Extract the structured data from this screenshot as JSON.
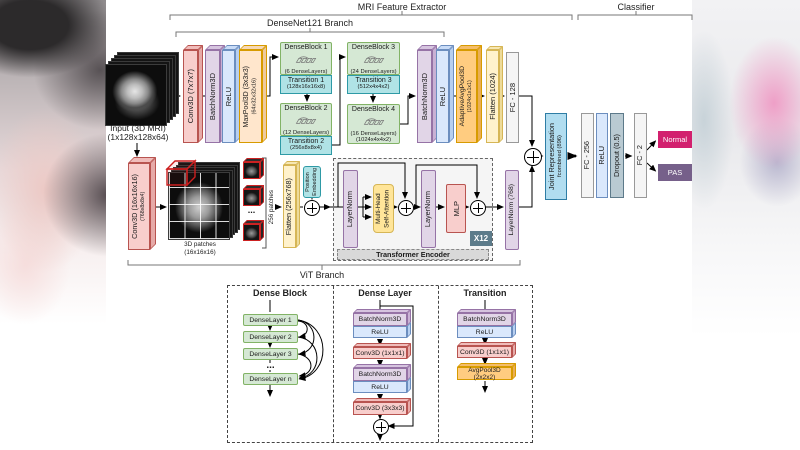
{
  "header": {
    "mri_feature_extractor": "MRI Feature Extractor",
    "classifier": "Classifier",
    "densenet_branch": "DenseNet121 Branch",
    "vit_branch": "ViT Branch"
  },
  "input": {
    "title": "Input (3D MRI)",
    "dims": "(1x128x128x64)"
  },
  "densenet": {
    "conv": "Conv3D (7x7x7)",
    "batchnorm": "BatchNorm3D",
    "relu": "ReLU",
    "maxpool": "MaxPool3D (3x3x3)",
    "maxpool_dims": "(64x32x32x16)",
    "blocks": [
      {
        "name": "DenseBlock 1",
        "layers": "(6 DenseLayers)",
        "transition": "Transition 1",
        "transition_dims": "(128x16x16x8)"
      },
      {
        "name": "DenseBlock 2",
        "layers": "(12 DenseLayers)",
        "transition": "Transition 2",
        "transition_dims": "(256x8x8x4)"
      },
      {
        "name": "DenseBlock 3",
        "layers": "(24 DenseLayers)",
        "transition": "Transition 3",
        "transition_dims": "(512x4x4x2)"
      },
      {
        "name": "DenseBlock 4",
        "layers": "(16 DenseLayers)",
        "dims": "(1024x4x4x2)"
      }
    ],
    "batchnorm2": "BatchNorm3D",
    "relu2": "ReLU",
    "adaptivepool": "AdaptiveAvgPool3D",
    "adaptivepool_dims": "(1024x1x1x1)",
    "flatten": "Flatten (1024)",
    "fc": "FC - 128"
  },
  "vit": {
    "conv": "Conv3D (16x16x16)",
    "conv_dims": "(768x8x8x4)",
    "patches_caption": "3D patches",
    "patches_dims": "(16x16x16)",
    "patches_count": "256 patches",
    "dots": "...",
    "flatten": "Flatten (256x768)",
    "position_embedding_1": "Position",
    "position_embedding_2": "Embedding",
    "layernorm1": "LayerNorm",
    "mhsa_1": "Multi-Head",
    "mhsa_2": "Self-Attention",
    "layernorm2": "LayerNorm",
    "mlp": "MLP",
    "x12": "X12",
    "encoder_title": "Transformer Encoder",
    "layernorm_out": "LayerNorm (768)"
  },
  "fusion": {
    "joint_1": "Joint Representation",
    "joint_2": "fcombined (896)"
  },
  "classifier": {
    "fc1": "FC - 256",
    "relu": "ReLU",
    "dropout": "Dropout (0.5)",
    "fc2": "FC - 2",
    "class1": "Normal",
    "class2": "PAS"
  },
  "legend": {
    "dense_block": {
      "title": "Dense Block",
      "items": [
        "DenseLayer 1",
        "DenseLayer 2",
        "DenseLayer 3",
        "...",
        "DenseLayer n"
      ]
    },
    "dense_layer": {
      "title": "Dense Layer",
      "items": [
        "BatchNorm3D",
        "ReLU",
        "Conv3D (1x1x1)",
        "BatchNorm3D",
        "ReLU",
        "Conv3D (3x3x3)"
      ]
    },
    "transition": {
      "title": "Transition",
      "items": [
        "BatchNorm3D",
        "ReLU",
        "Conv3D (1x1x1)",
        "AvgPool3D (2x2x2)"
      ]
    }
  },
  "colors": {
    "conv": "#f8cecc",
    "batchnorm": "#e1d5e7",
    "relu": "#dae8fc",
    "pool": "#ffe6cc",
    "adaptivepool": "#ffcc80",
    "flatten": "#fff2cc",
    "denseblock": "#d5e8d4",
    "transition_box": "#b0e3e6",
    "joint": "#b1ddf0",
    "fc": "#f5f5f5",
    "dropout": "#b9cad2",
    "attention": "#ffe599",
    "normal": "#d2206e",
    "pas": "#76608a",
    "x12_badge": "#5c7b8a"
  }
}
